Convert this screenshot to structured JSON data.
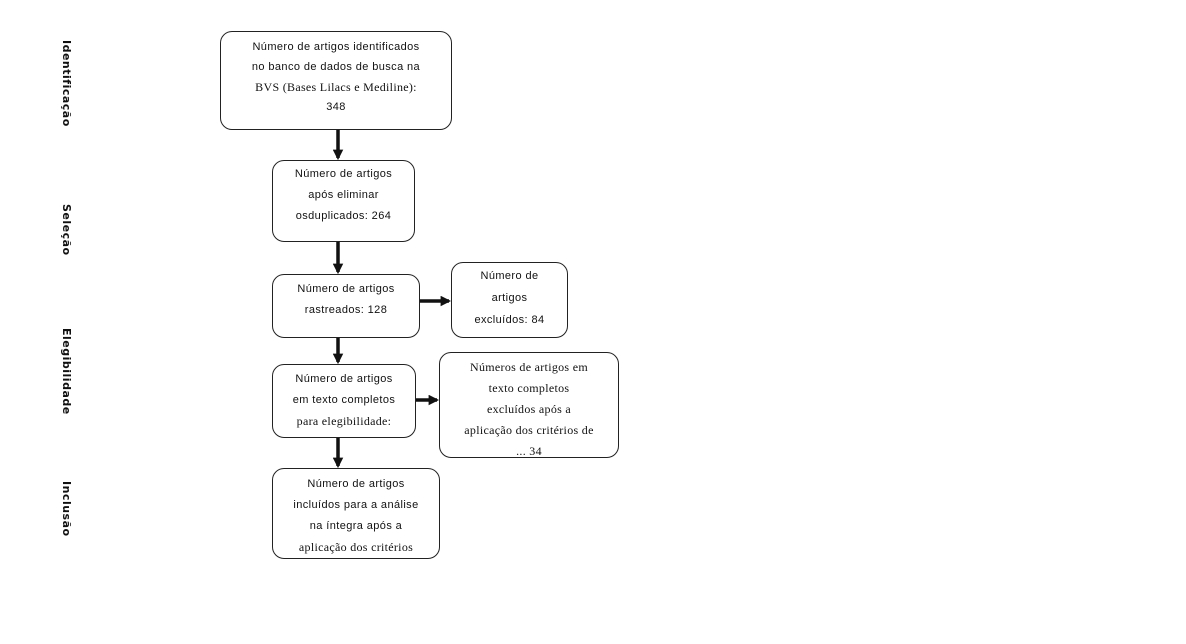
{
  "stages": {
    "identificacao": "Identificação",
    "selecao": "Seleção",
    "elegibilidade": "Elegibilidade",
    "inclusao": "Inclusão"
  },
  "boxes": {
    "identified": {
      "lines": [
        "Número de artigos identificados",
        "no banco de dados de busca na",
        "BVS (Bases Lilacs e Mediline):",
        "348"
      ]
    },
    "deduplicated": {
      "lines": [
        "Número de artigos",
        "após eliminar",
        "osduplicados: 264"
      ]
    },
    "screened": {
      "lines": [
        "Número de artigos",
        "rastreados: 128"
      ]
    },
    "excluded": {
      "lines": [
        "Número de",
        "artigos",
        "excluídos: 84"
      ]
    },
    "eligible": {
      "lines": [
        "Número de artigos",
        "em texto completos",
        "para elegibilidade:"
      ]
    },
    "excluded_fulltext": {
      "lines": [
        "Números de artigos em",
        "texto completos",
        "excluídos após a",
        "aplicação dos critérios de",
        "... 34"
      ]
    },
    "included": {
      "lines": [
        "Número de artigos",
        "incluídos para a análise",
        "na íntegra após a",
        "aplicação dos critérios"
      ]
    }
  }
}
